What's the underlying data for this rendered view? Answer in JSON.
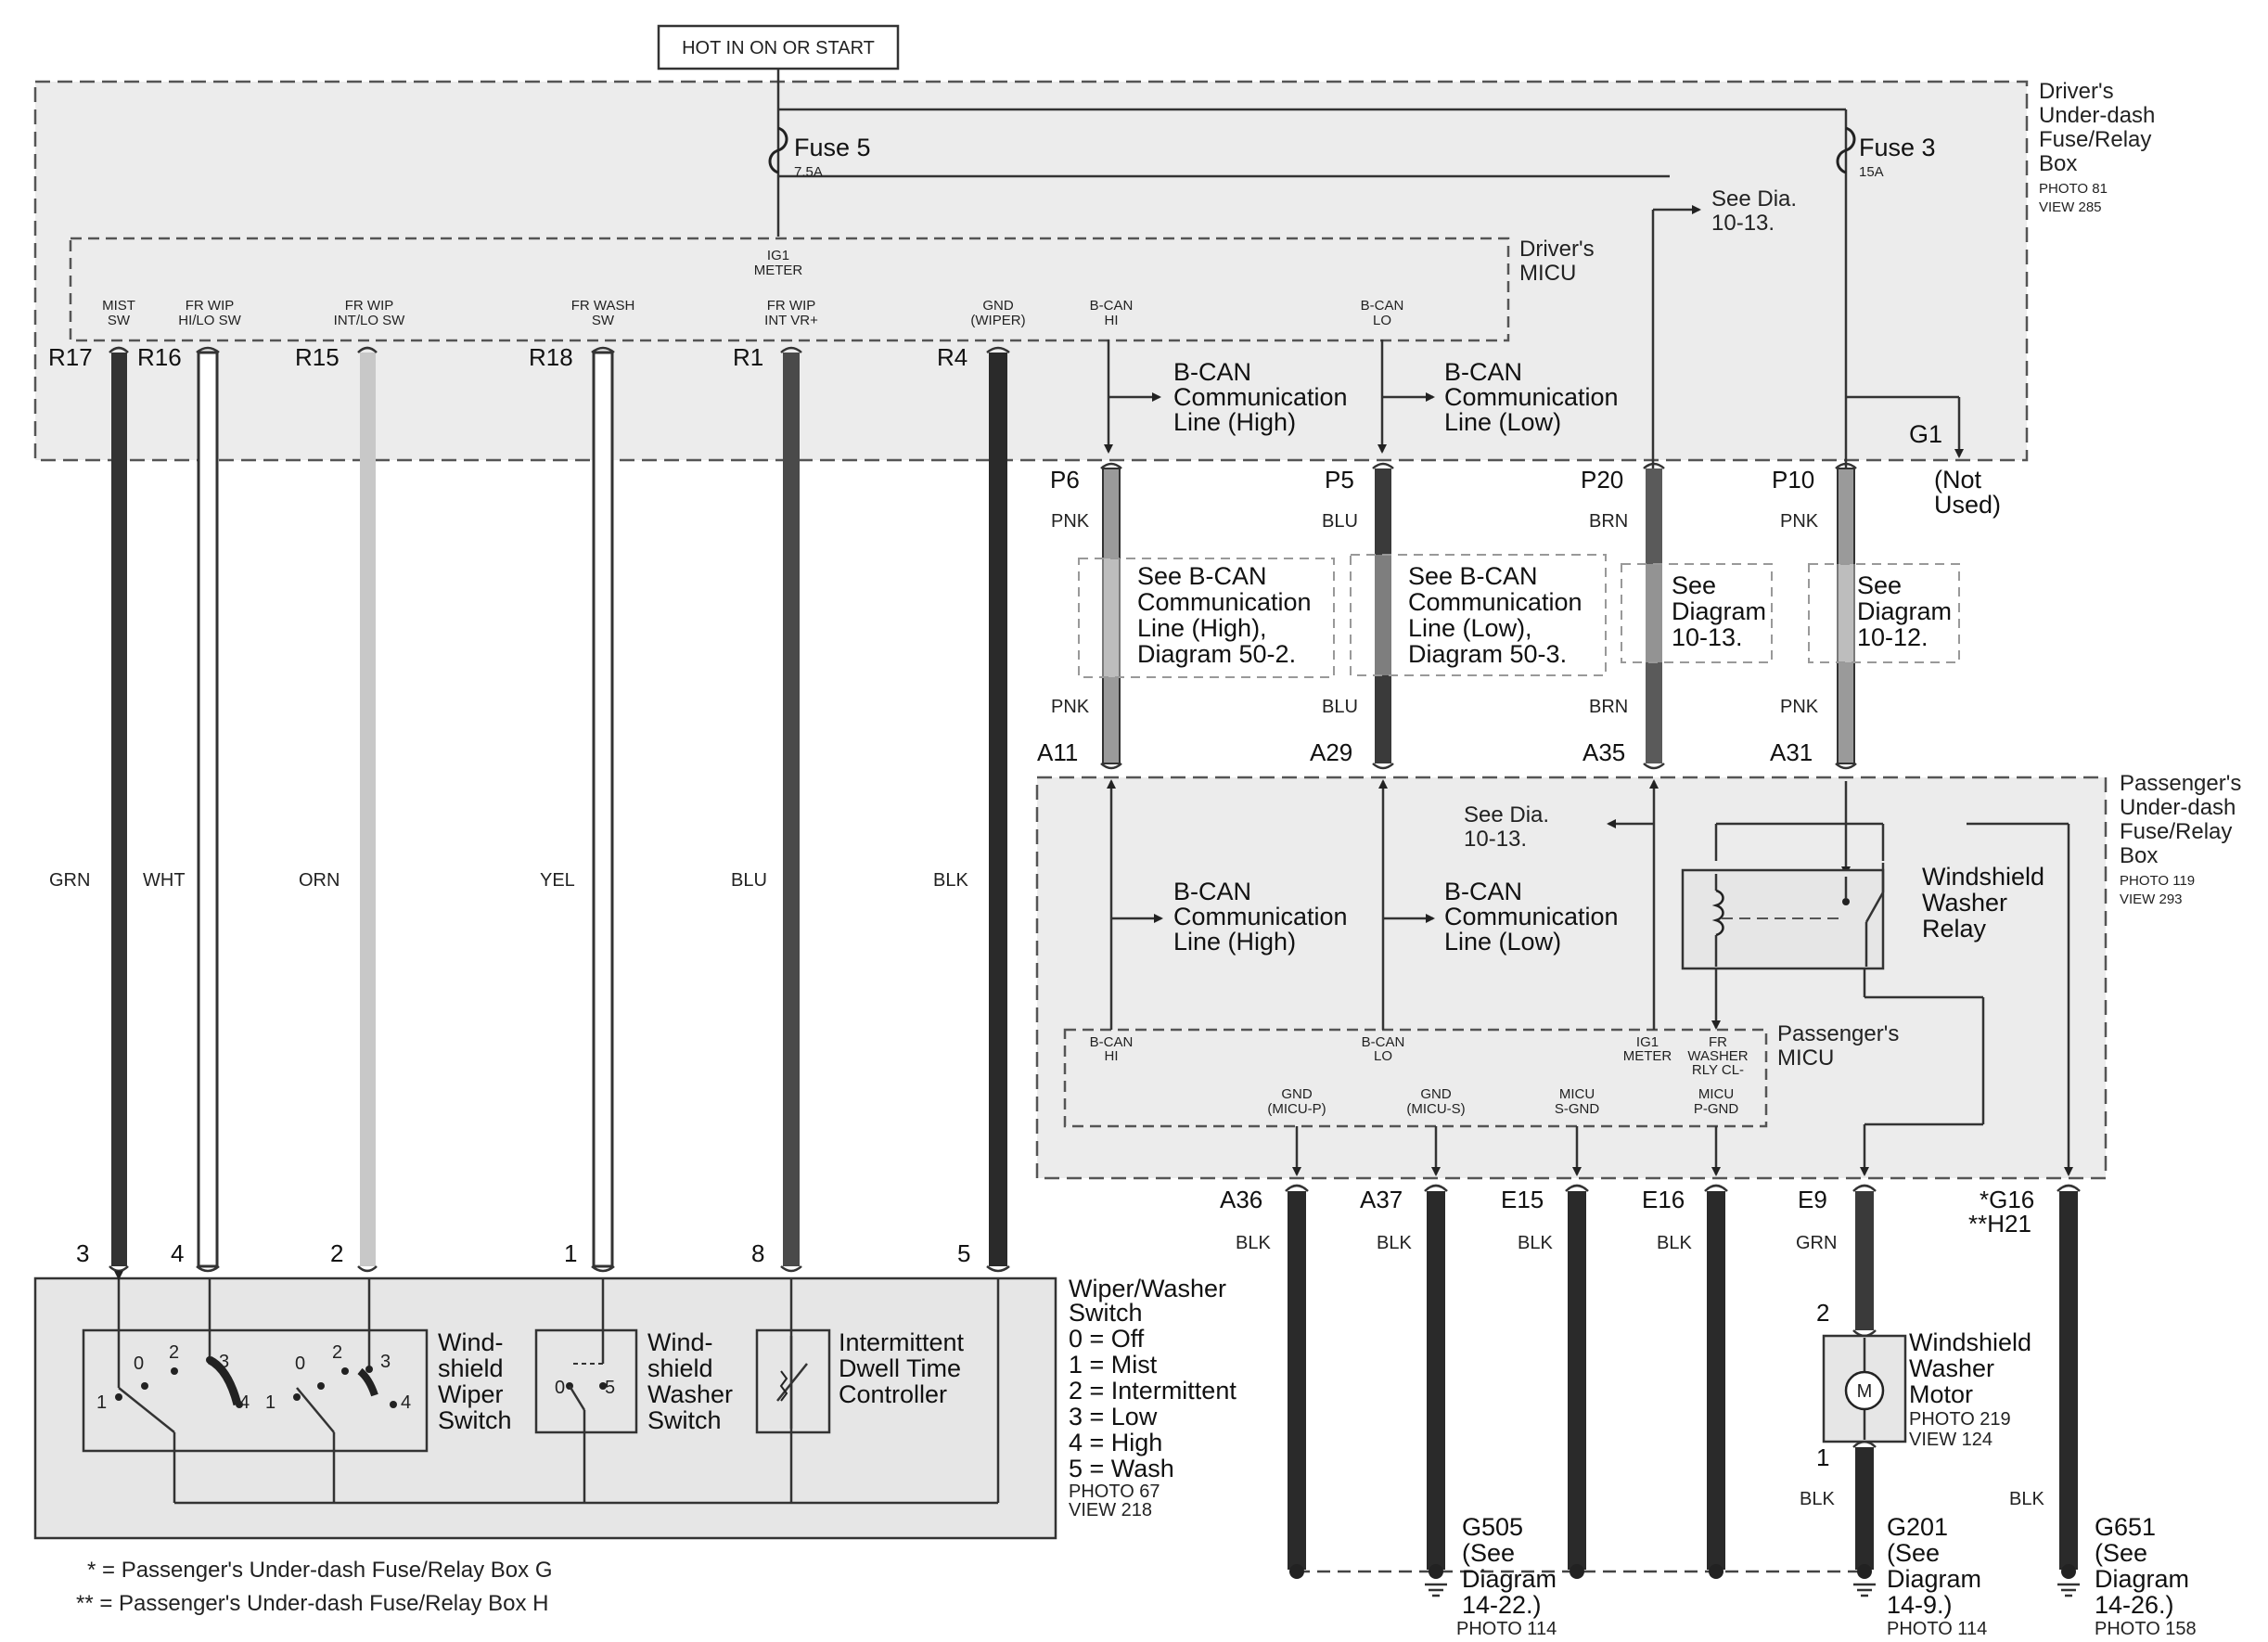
{
  "hot_label": "HOT IN ON OR START",
  "drivers_box": {
    "lines": [
      "Driver's",
      "Under-dash",
      "Fuse/Relay",
      "Box"
    ],
    "photo": "PHOTO 81",
    "view": "VIEW 285"
  },
  "fuse5": {
    "name": "Fuse 5",
    "rating": "7.5A"
  },
  "fuse3": {
    "name": "Fuse 3",
    "rating": "15A"
  },
  "see_dia_top": [
    "See Dia.",
    "10-13."
  ],
  "drivers_micu": {
    "lines": [
      "Driver's",
      "MICU"
    ]
  },
  "ig1_meter_top": [
    "IG1",
    "METER"
  ],
  "terminal_labels": [
    [
      "MIST",
      "SW"
    ],
    [
      "FR WIP",
      "HI/LO SW"
    ],
    [
      "FR WIP",
      "INT/LO SW"
    ],
    [
      "FR WASH",
      "SW"
    ],
    [
      "FR WIP",
      "INT VR+"
    ],
    [
      "GND",
      "(WIPER)"
    ],
    [
      "B-CAN",
      "HI"
    ],
    [
      "B-CAN",
      "LO"
    ]
  ],
  "left_wires": [
    {
      "pin_top": "R17",
      "color": "GRN",
      "pin_bottom": "3"
    },
    {
      "pin_top": "R16",
      "color": "WHT",
      "pin_bottom": "4"
    },
    {
      "pin_top": "R15",
      "color": "ORN",
      "pin_bottom": "2"
    },
    {
      "pin_top": "R18",
      "color": "YEL",
      "pin_bottom": "1"
    },
    {
      "pin_top": "R1",
      "color": "BLU",
      "pin_bottom": "8"
    },
    {
      "pin_top": "R4",
      "color": "BLK",
      "pin_bottom": "5"
    }
  ],
  "bcan_high": [
    "B-CAN",
    "Communication",
    "Line (High)"
  ],
  "bcan_low": [
    "B-CAN",
    "Communication",
    "Line (Low)"
  ],
  "g1": {
    "name": "G1",
    "note": [
      "(Not",
      "Used)"
    ]
  },
  "mid_wires": [
    {
      "pin_top": "P6",
      "color_top": "PNK",
      "color_bottom": "PNK",
      "pin_bottom": "A11"
    },
    {
      "pin_top": "P5",
      "color_top": "BLU",
      "color_bottom": "BLU",
      "pin_bottom": "A29"
    },
    {
      "pin_top": "P20",
      "color_top": "BRN",
      "color_bottom": "BRN",
      "pin_bottom": "A35"
    },
    {
      "pin_top": "P10",
      "color_top": "PNK",
      "color_bottom": "PNK",
      "pin_bottom": "A31"
    }
  ],
  "notes": [
    [
      "See B-CAN",
      "Communication",
      "Line (High),",
      "Diagram 50-2."
    ],
    [
      "See B-CAN",
      "Communication",
      "Line (Low),",
      "Diagram 50-3."
    ],
    [
      "See",
      "Diagram",
      "10-13."
    ],
    [
      "See",
      "Diagram",
      "10-12."
    ]
  ],
  "pass_box": {
    "lines": [
      "Passenger's",
      "Under-dash",
      "Fuse/Relay",
      "Box"
    ],
    "photo": "PHOTO 119",
    "view": "VIEW 293"
  },
  "see_dia_mid": [
    "See Dia.",
    "10-13."
  ],
  "washer_relay": [
    "Windshield",
    "Washer",
    "Relay"
  ],
  "pass_micu": {
    "lines": [
      "Passenger's",
      "MICU"
    ],
    "top_labels": [
      [
        "B-CAN",
        "HI"
      ],
      [
        "B-CAN",
        "LO"
      ],
      [
        "IG1",
        "METER"
      ],
      [
        "FR",
        "WASHER",
        "RLY CL-"
      ]
    ],
    "bottom_labels": [
      [
        "GND",
        "(MICU-P)"
      ],
      [
        "GND",
        "(MICU-S)"
      ],
      [
        "MICU",
        "S-GND"
      ],
      [
        "MICU",
        "P-GND"
      ]
    ]
  },
  "bottom_wires": [
    {
      "pin": "A36",
      "color": "BLK"
    },
    {
      "pin": "A37",
      "color": "BLK"
    },
    {
      "pin": "E15",
      "color": "BLK"
    },
    {
      "pin": "E16",
      "color": "BLK"
    },
    {
      "pin": "E9",
      "color": "GRN"
    },
    {
      "pin": [
        "*G16",
        "**H21"
      ],
      "color": "BLK"
    }
  ],
  "washer_motor": {
    "lines": [
      "Windshield",
      "Washer",
      "Motor"
    ],
    "photo": "PHOTO 219",
    "view": "VIEW 124",
    "pin_top": "2",
    "pin_bottom": "1",
    "color_bottom": "BLK",
    "symbol": "M"
  },
  "right_blk": "BLK",
  "grounds": [
    {
      "name": "G505",
      "ref": [
        "(See",
        "Diagram",
        "14-22.)"
      ],
      "photo": "PHOTO 114"
    },
    {
      "name": "G201",
      "ref": [
        "(See",
        "Diagram",
        "14-9.)"
      ],
      "photo": "PHOTO 114"
    },
    {
      "name": "G651",
      "ref": [
        "(See",
        "Diagram",
        "14-26.)"
      ],
      "photo": "PHOTO 158"
    }
  ],
  "switch": {
    "title": [
      "Wiper/Washer",
      "Switch"
    ],
    "legend": [
      "0 = Off",
      "1 = Mist",
      "2 = Intermittent",
      "3 = Low",
      "4 = High",
      "5 = Wash"
    ],
    "photo": "PHOTO 67",
    "view": "VIEW 218",
    "wiper_label": [
      "Wind-",
      "shield",
      "Wiper",
      "Switch"
    ],
    "washer_label": [
      "Wind-",
      "shield",
      "Washer",
      "Switch"
    ],
    "dwell_label": [
      "Intermittent",
      "Dwell Time",
      "Controller"
    ],
    "wiper_positions": [
      "0",
      "1",
      "2",
      "3",
      "4"
    ],
    "washer_positions": [
      "0",
      "5"
    ]
  },
  "footnotes": [
    "* = Passenger's Under-dash Fuse/Relay Box G",
    "** = Passenger's Under-dash Fuse/Relay Box H"
  ],
  "colors": {
    "wire_dark": "#333333",
    "wire_grn": "#3a3a3a",
    "wire_blu": "#4a4a4a",
    "wire_brn": "#555555",
    "wire_pnk": "#9a9a9a",
    "wire_orn": "#c8c8c8",
    "box_fill": "#ececec"
  }
}
